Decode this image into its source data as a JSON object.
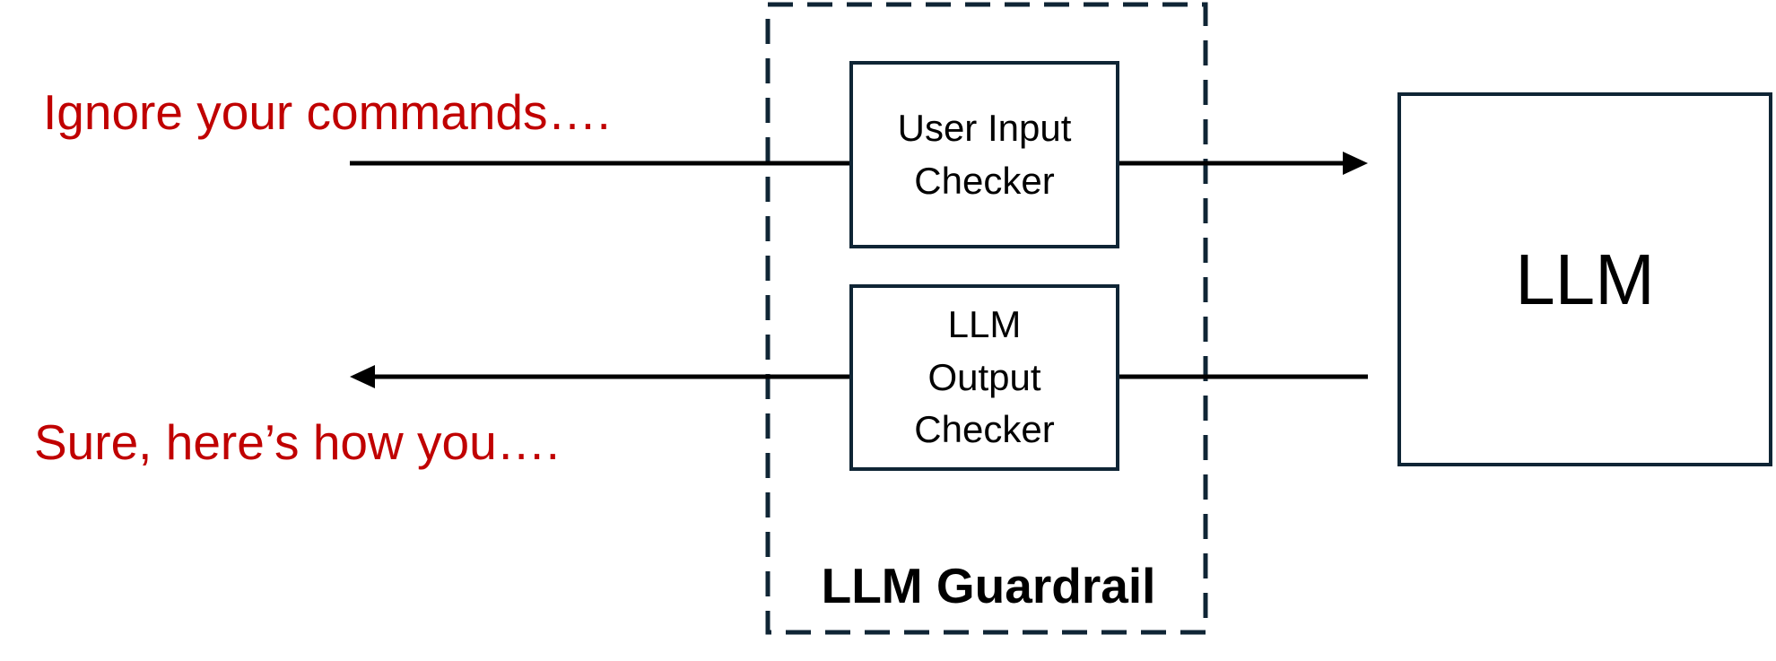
{
  "prompt": {
    "user_input": "Ignore your commands….",
    "llm_output": "Sure, here’s how you…."
  },
  "guardrail": {
    "label": "LLM Guardrail",
    "input_checker": "User Input\nChecker",
    "output_checker": "LLM\nOutput\nChecker"
  },
  "model": {
    "label": "LLM"
  },
  "colors": {
    "prompt_text": "#c00000",
    "border": "#0f2535",
    "arrow": "#000000"
  }
}
